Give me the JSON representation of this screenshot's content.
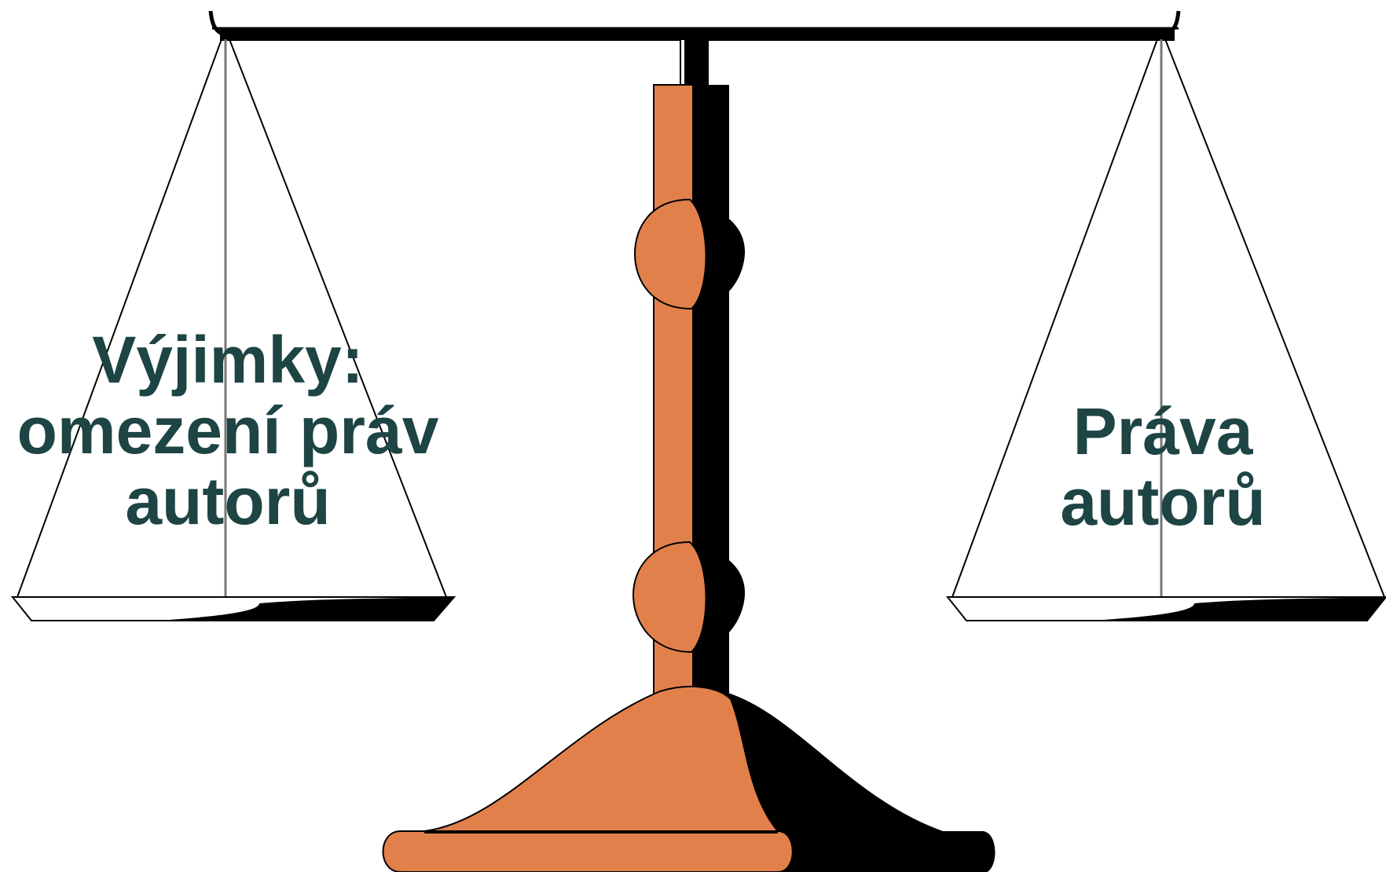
{
  "left_pan": {
    "lines": [
      "Výjimky:",
      "omezení práv",
      "autorů"
    ]
  },
  "right_pan": {
    "lines": [
      "Práva",
      "autorů"
    ]
  },
  "colors": {
    "stand": "#e2804c",
    "shadow": "#000000",
    "text": "#1e4444",
    "outline": "#000000",
    "background": "#ffffff"
  }
}
